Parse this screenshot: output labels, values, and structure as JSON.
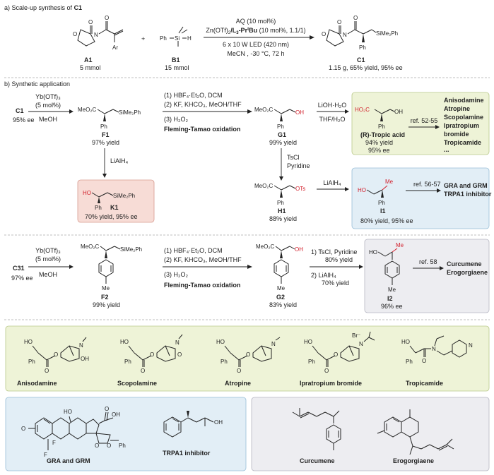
{
  "section_a": {
    "title_prefix": "a) Scale-up synthesis of ",
    "title_compound": "C1",
    "a1": {
      "label": "A1",
      "amount": "5 mmol",
      "ar": "Ar"
    },
    "plus": "+",
    "b1": {
      "label": "B1",
      "amount": "15 mmol",
      "ph": "Ph",
      "si": "Si",
      "h": "H"
    },
    "conditions": {
      "line1": "AQ (10 mol%)",
      "line2_prefix": "Zn(OTf)",
      "line2_sub": "2",
      "line2_bold": "/L",
      "line2_bold_sub": "3",
      "line2_bold_rest": "-Pr",
      "line2_bold_sup": "t",
      "line2_bold_end": "Bu",
      "line2_rest": " (10 mol%, 1.1/1)",
      "line3": "6 x 10 W LED (420 nm)",
      "line4": "MeCN , -30 °C, 72 h"
    },
    "c1": {
      "label": "C1",
      "result": "1.15 g, 65% yield, 95% ee",
      "sime2ph": "SiMe₂Ph",
      "ph": "Ph"
    }
  },
  "section_b": {
    "title": "b) Synthetic application",
    "row1": {
      "start": {
        "label": "C1",
        "ee": "95% ee"
      },
      "step1": {
        "reagent": "Yb(OTf)₃",
        "loading": "(5 mol%)",
        "solvent": "MeOH"
      },
      "f1": {
        "label": "F1",
        "yield": "97% yield",
        "ester": "MeO₂C",
        "si": "SiMe₂Ph",
        "ph": "Ph"
      },
      "step2": {
        "l1": "(1) HBF₄·Et₂O, DCM",
        "l2": "(2) KF, KHCO₃, MeOH/THF",
        "l3": "(3) H₂O₂",
        "name": "Fleming-Tamao oxidation"
      },
      "g1": {
        "label": "G1",
        "yield": "99% yield",
        "ester": "MeO₂C",
        "oh": "OH",
        "ph": "Ph"
      },
      "step3": {
        "l1": "LiOH·H₂O",
        "l2": "THF/H₂O"
      },
      "tropic": {
        "name": "(R)-Tropic acid",
        "yield": "94% yield",
        "ee": "95% ee",
        "ho2c": "HO₂C",
        "oh": "OH",
        "ph": "Ph"
      },
      "ref1": "ref. 52-55",
      "drugs": [
        "Anisodamine",
        "Atropine",
        "Scopolamine",
        "Ipratropium",
        "bromide",
        "Tropicamide",
        "..."
      ],
      "reduction": {
        "reagent": "LiAlH₄"
      },
      "k1": {
        "label": "K1",
        "result": "70% yield, 95% ee",
        "ho": "HO",
        "si": "SiMe₂Ph",
        "ph": "Ph"
      },
      "tosyl": {
        "l1": "TsCl",
        "l2": "Pyridine"
      },
      "h1": {
        "label": "H1",
        "yield": "88% yield",
        "ester": "MeO₂C",
        "ots": "OTs",
        "ph": "Ph"
      },
      "step4": {
        "reagent": "LiAlH₄"
      },
      "i1": {
        "label": "I1",
        "result": "80% yield, 95% ee",
        "ho": "HO",
        "me": "Me",
        "ph": "Ph"
      },
      "ref2": "ref. 56-57",
      "targets": [
        "GRA and GRM",
        "TRPA1 inhibitor"
      ]
    },
    "row2": {
      "start": {
        "label": "C31",
        "ee": "97% ee"
      },
      "step1": {
        "reagent": "Yb(OTf)₃",
        "loading": "(5 mol%)",
        "solvent": "MeOH"
      },
      "f2": {
        "label": "F2",
        "yield": "99% yield",
        "ester": "MeO₂C",
        "si": "SiMe₂Ph",
        "me": "Me"
      },
      "step2": {
        "l1": "(1) HBF₄·Et₂O, DCM",
        "l2": "(2) KF, KHCO₃, MeOH/THF",
        "l3": "(3) H₂O₂",
        "name": "Fleming-Tamao oxidation"
      },
      "g2": {
        "label": "G2",
        "yield": "83% yield",
        "ester": "MeO₂C",
        "oh": "OH",
        "me": "Me"
      },
      "step3": {
        "l1": "1) TsCl, Pyridine",
        "l1y": "80% yield",
        "l2": "2) LiAlH₄",
        "l2y": "70% yield"
      },
      "i2": {
        "label": "I2",
        "yield": "96% ee",
        "ho": "HO",
        "me": "Me",
        "me2": "Me"
      },
      "ref": "ref. 58",
      "targets": [
        "Curcumene",
        "Erogorgiaene"
      ]
    }
  },
  "gallery": {
    "drugs": [
      {
        "name": "Anisodamine",
        "ho": "HO",
        "ph": "Ph",
        "oh": "OH",
        "n": "N"
      },
      {
        "name": "Scopolamine",
        "ho": "HO",
        "ph": "Ph",
        "o": "O",
        "n": "N"
      },
      {
        "name": "Atropine",
        "ho": "HO",
        "ph": "Ph",
        "n": "N"
      },
      {
        "name": "Ipratropium bromide",
        "ho": "HO",
        "ph": "Ph",
        "n": "N",
        "br": "Br⁻"
      },
      {
        "name": "Tropicamide",
        "ho": "HO",
        "ph": "Ph",
        "n": "N",
        "o": "O"
      }
    ],
    "steroid": {
      "name": "GRA and GRM",
      "ho": "HO",
      "oh": "OH",
      "o": "O",
      "f": "F",
      "ph": "Ph"
    },
    "trpa1": {
      "name": "TRPA1 inhibitor",
      "oh": "OH"
    },
    "curcumene": {
      "name": "Curcumene"
    },
    "erogorgiaene": {
      "name": "Erogorgiaene"
    }
  },
  "colors": {
    "green_box": "#eef3d7",
    "green_border": "#b9c98a",
    "blue_box": "#e2eef6",
    "blue_border": "#98bfd8",
    "gray_box": "#ededf1",
    "gray_border": "#b6b6c2",
    "red_box": "#f7dcd6",
    "red_border": "#d79a8f",
    "accent_red": "#d21f2b"
  }
}
